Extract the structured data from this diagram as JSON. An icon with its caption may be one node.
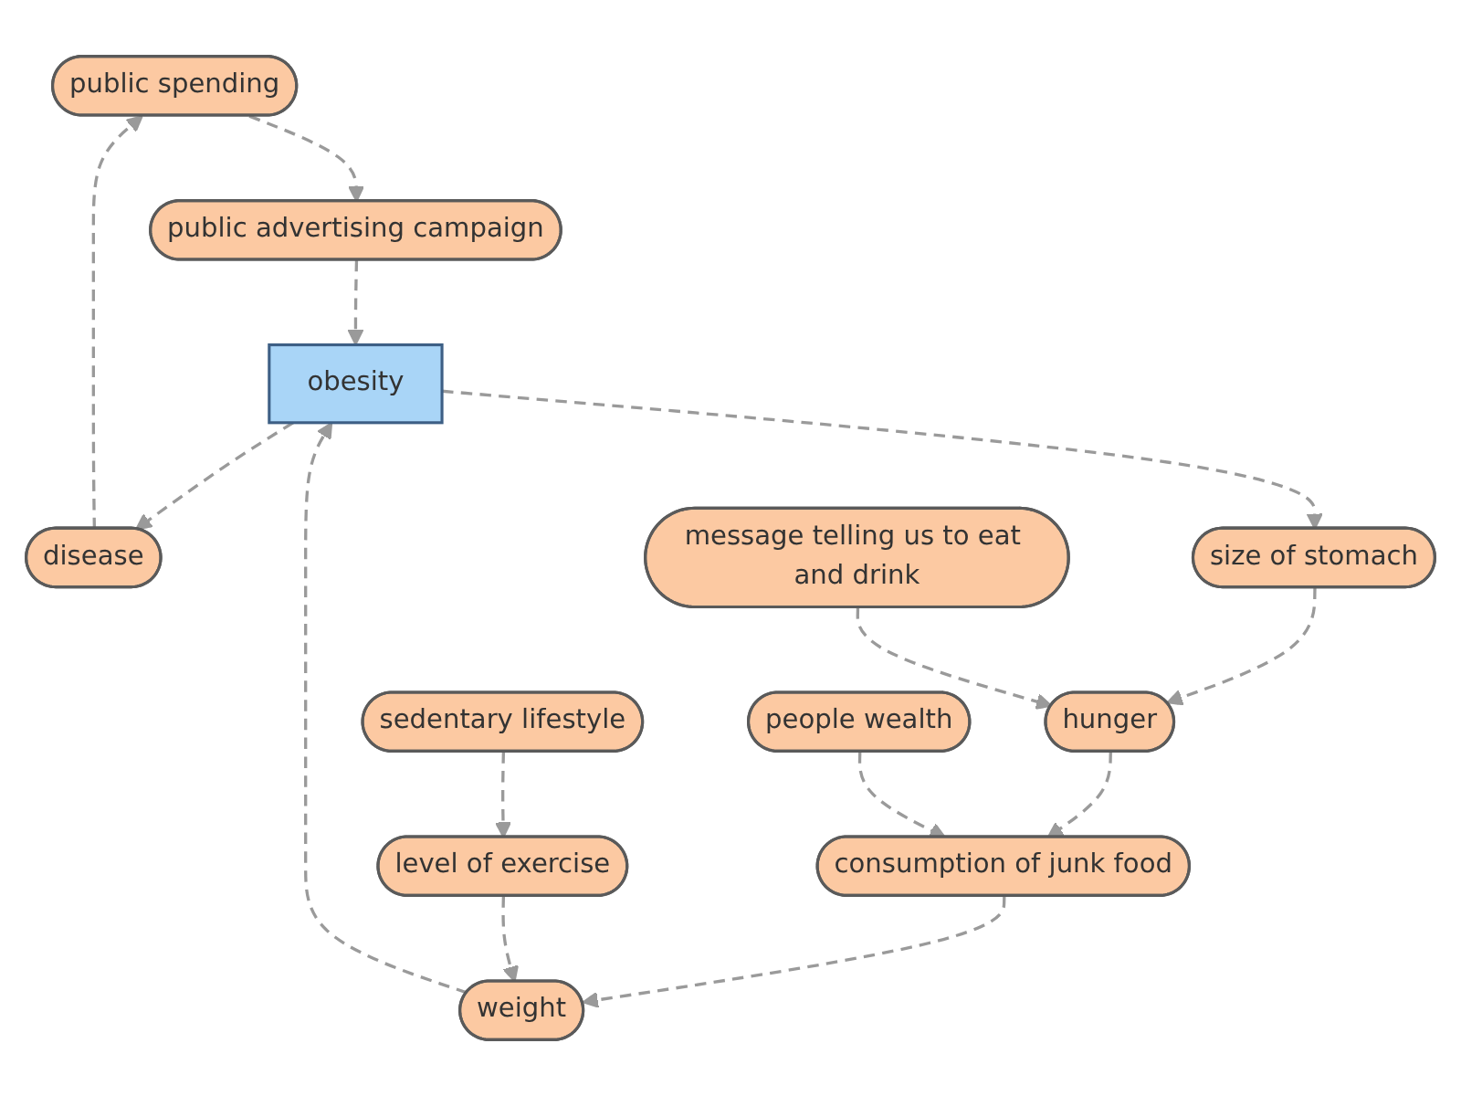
{
  "diagram": {
    "nodes": [
      {
        "text": [
          "public spending"
        ]
      },
      {
        "text": [
          "public advertising campaign"
        ]
      },
      {
        "text": [
          "disease"
        ]
      },
      {
        "text": [
          "obesity"
        ]
      },
      {
        "text": [
          "size of stomach"
        ]
      },
      {
        "text": [
          "weight"
        ]
      },
      {
        "text": [
          "hunger"
        ]
      },
      {
        "text": [
          "message telling us to eat and drink"
        ]
      },
      {
        "text": [
          "consumption of junk food"
        ]
      },
      {
        "text": [
          "level of exercise"
        ]
      },
      {
        "text": [
          "people wealth"
        ]
      },
      {
        "text": [
          "sedentary lifestyle"
        ]
      }
    ],
    "edges": [
      {
        "from": 2,
        "to": 0,
        "arrow": "to",
        "style": "dashed"
      },
      {
        "from": 0,
        "to": 1,
        "arrow": "to",
        "style": "dashed"
      },
      {
        "from": 1,
        "to": 3,
        "arrow": "to",
        "style": "dashed"
      },
      {
        "from": 3,
        "to": 2,
        "arrow": "to",
        "style": "dashed"
      },
      {
        "from": 3,
        "to": 4,
        "arrow": "to",
        "style": "dashed"
      },
      {
        "from": 4,
        "to": 6,
        "arrow": "to",
        "style": "dashed"
      },
      {
        "from": 7,
        "to": 6,
        "arrow": "to",
        "style": "dashed"
      },
      {
        "from": 6,
        "to": 8,
        "arrow": "to",
        "style": "dashed"
      },
      {
        "from": 10,
        "to": 8,
        "arrow": "to",
        "style": "dashed"
      },
      {
        "from": 8,
        "to": 5,
        "arrow": "to",
        "style": "dashed"
      },
      {
        "from": 5,
        "to": 3,
        "arrow": "to",
        "style": "dashed"
      },
      {
        "from": 9,
        "to": 5,
        "arrow": "to",
        "style": "dashed"
      },
      {
        "from": 11,
        "to": 9,
        "arrow": "to",
        "style": "dashed"
      }
    ]
  }
}
